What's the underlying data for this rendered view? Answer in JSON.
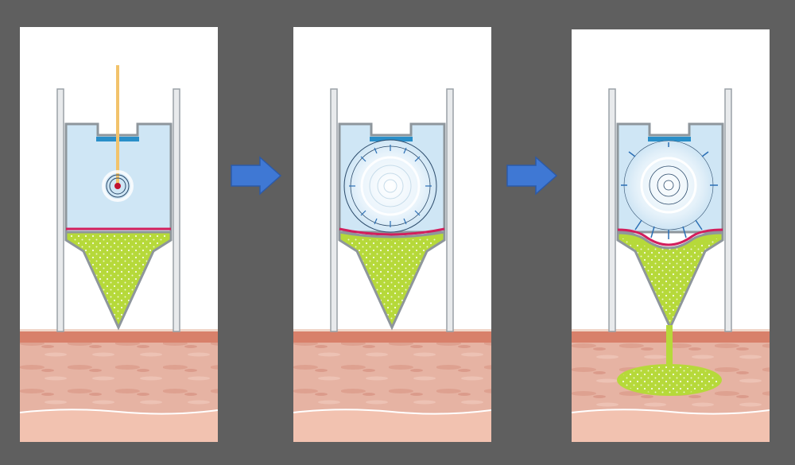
{
  "figure": {
    "panels": [
      {
        "stage": "laser-pulse-heats-liquid",
        "icons": [
          "laser-beam",
          "focal-spot"
        ]
      },
      {
        "stage": "vapor-bubble-expands",
        "icons": [
          "expanding-bubble",
          "pressure-arrows"
        ]
      },
      {
        "stage": "membrane-pushes-drug-jet-into-skin",
        "icons": [
          "expanding-bubble",
          "deflected-membrane",
          "drug-jet",
          "skin-deposit"
        ]
      }
    ],
    "arrows": [
      "right-arrow-icon",
      "right-arrow-icon"
    ]
  },
  "colors": {
    "background": "#5f5f5f",
    "panel": "#ffffff",
    "chamber_liquid": "#cfe6f5",
    "device_wall": "#b9bfc4",
    "nozzle_blue": "#2a8fc9",
    "membrane": "#d21f5c",
    "drug": "#b6d93a",
    "laser": "#f2c36b",
    "skin_top": "#d88671",
    "skin_tissue": "#e9b8a8",
    "skin_fat": "#f2c4b4",
    "arrow": "#3f78d4",
    "pressure_arrow": "#2b6fb5"
  }
}
